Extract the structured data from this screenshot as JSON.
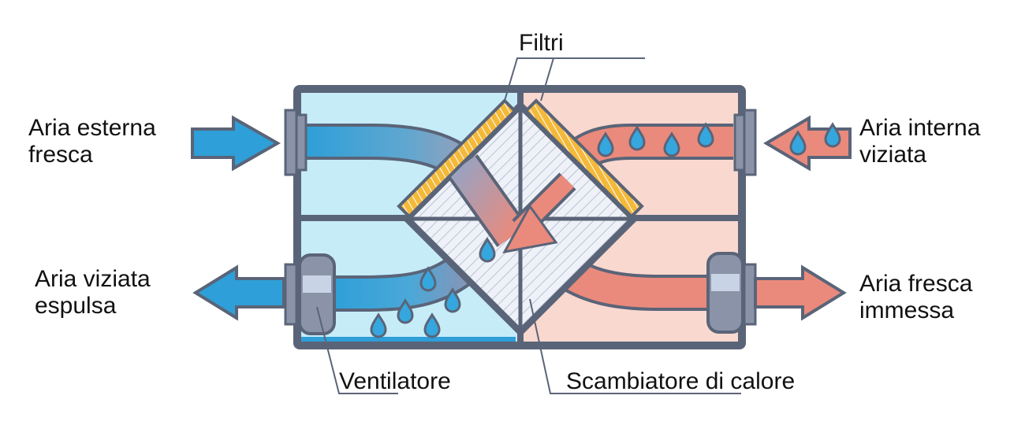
{
  "labels": {
    "fresh_outdoor_air": [
      "Aria esterna",
      "fresca"
    ],
    "stale_indoor_air": [
      "Aria interna",
      "viziata"
    ],
    "stale_air_expelled": [
      "Aria viziata",
      "espulsa"
    ],
    "fresh_air_supplied": [
      "Aria fresca",
      "immessa"
    ],
    "filters": "Filtri",
    "fan": "Ventilatore",
    "heat_exchanger": "Scambiatore di calore"
  },
  "colors": {
    "outline": "#5a6478",
    "cold_air": "#2e9fd8",
    "cold_panel": "#c6ecf8",
    "warm_air": "#ea8a7c",
    "warm_panel": "#f9d8cf",
    "filter": "#f4b93a",
    "fan_body": "#8a93a8",
    "droplet": "#35a7de"
  }
}
